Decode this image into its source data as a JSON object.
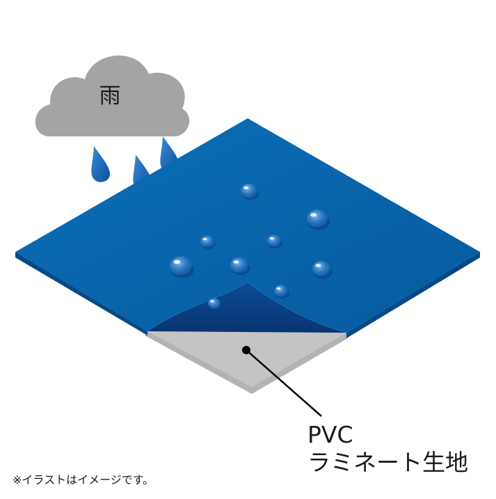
{
  "cloud": {
    "label": "雨",
    "color": "#a4a4a4"
  },
  "material": {
    "line1": "PVC",
    "line2": "ラミネート生地",
    "top_color": "#0a63a8",
    "underside_color": "#0b3f86",
    "base_color": "#c4c4c4"
  },
  "note": "※イラストはイメージです。",
  "icons": [
    "cloud-icon",
    "raindrop-icon",
    "water-bead-icon",
    "leader-line"
  ]
}
